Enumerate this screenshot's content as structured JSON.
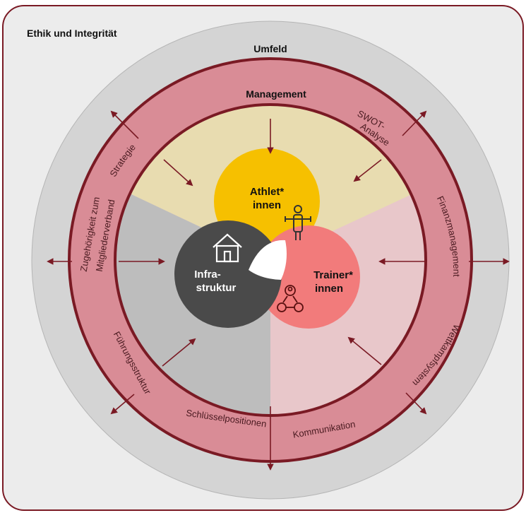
{
  "frame_title": "Ethik und Integrität",
  "environment_label": "Umfeld",
  "ring_labels": {
    "management": "Management",
    "strategie": "Strategie",
    "swot_line1": "SWOT-",
    "swot_line2": "Analyse",
    "finanz": "Finanzmanagement",
    "wettkampf": "Wettkampfsystem",
    "kommunikation": "Kommunikation",
    "schluessel": "Schlüsselpositionen",
    "fuehrung": "Führungsstruktur",
    "zugehoerigkeit_line1": "Zugehörigkeit zum",
    "zugehoerigkeit_line2": "Mitgliederverband"
  },
  "core": {
    "athletes_line1": "Athlet*",
    "athletes_line2": "innen",
    "trainers_line1": "Trainer*",
    "trainers_line2": "innen",
    "infra_line1": "Infra-",
    "infra_line2": "struktur"
  },
  "colors": {
    "dark_red": "#7a1a24",
    "ring_pink": "#d98c96",
    "outer_gray": "#d4d4d4",
    "frame_gray": "#ececec",
    "sector_beige": "#e8dcb0",
    "sector_gray": "#bdbdbd",
    "sector_pink": "#e8c7ca",
    "athletes_yellow": "#f6c000",
    "trainers_coral": "#f27b7b",
    "infra_dark": "#4a4a4a"
  },
  "icons": [
    "house-icon",
    "athlete-icon",
    "team-icon",
    "arrow-icon"
  ]
}
